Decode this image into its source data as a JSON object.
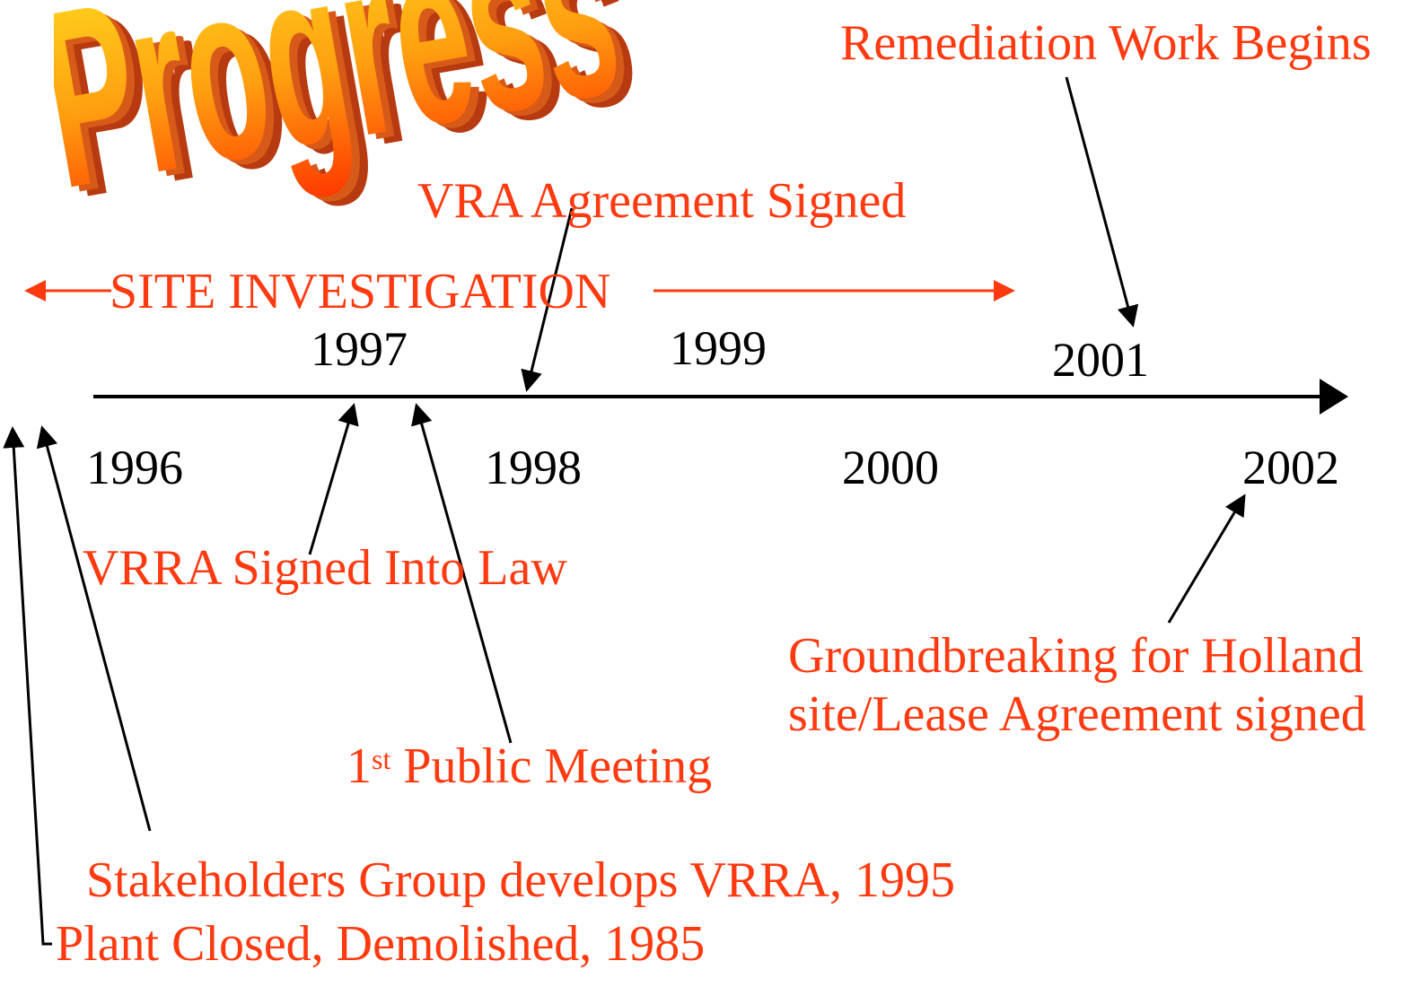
{
  "title": "Progress",
  "span_label": "SITE INVESTIGATION",
  "years": {
    "y1996": "1996",
    "y1997": "1997",
    "y1998": "1998",
    "y1999": "1999",
    "y2000": "2000",
    "y2001": "2001",
    "y2002": "2002"
  },
  "events": {
    "remediation": "Remediation Work Begins",
    "vra_agreement": "VRA Agreement Signed",
    "vrra_law": "VRRA Signed Into Law",
    "groundbreaking_line1": "Groundbreaking for Holland",
    "groundbreaking_line2": "site/Lease Agreement signed",
    "public_meeting_num": "1",
    "public_meeting_sup": "st",
    "public_meeting_rest": " Public Meeting",
    "stakeholders": "Stakeholders Group develops VRRA, 1995",
    "plant_closed": "Plant Closed, Demolished, 1985"
  },
  "colors": {
    "label": "#ff3a10",
    "axis": "#000000",
    "title_top": "#ffd21a",
    "title_bottom": "#ff3a00",
    "title_shadow": "#b83a10"
  }
}
